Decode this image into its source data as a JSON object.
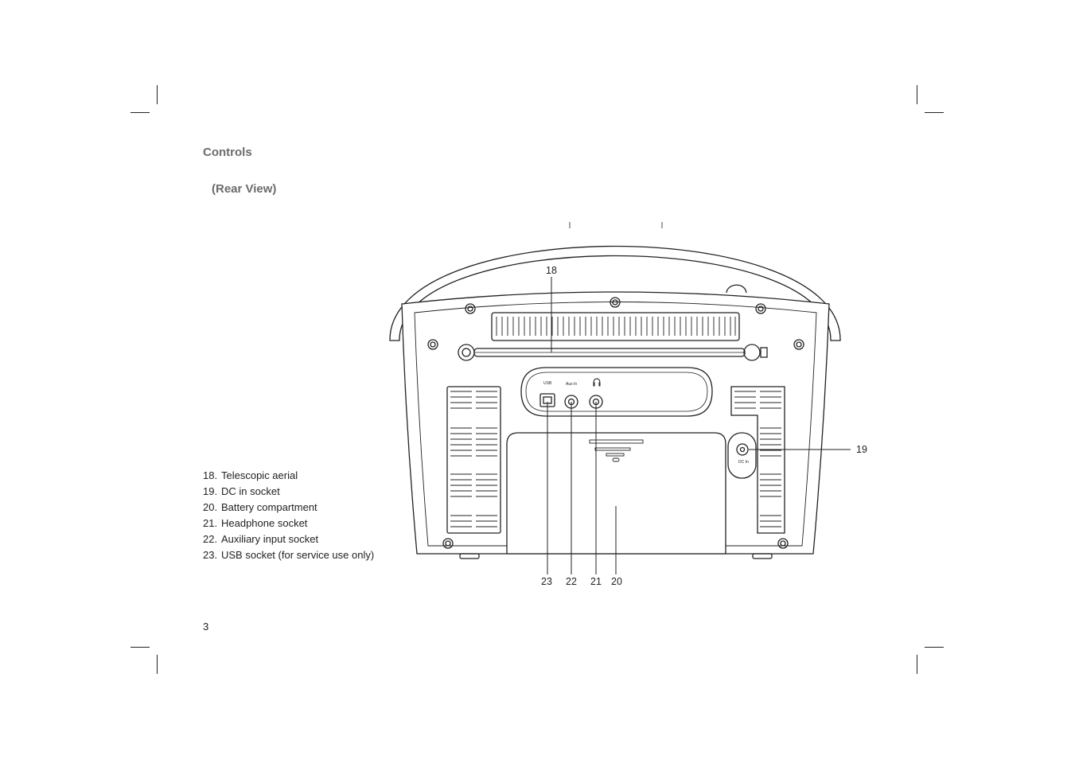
{
  "page": {
    "section_title": "Controls",
    "view_title": "(Rear View)",
    "page_number": "3"
  },
  "legend": [
    {
      "num": "18.",
      "label": "Telescopic aerial"
    },
    {
      "num": "19.",
      "label": "DC in socket"
    },
    {
      "num": "20.",
      "label": "Battery compartment"
    },
    {
      "num": "21.",
      "label": "Headphone socket"
    },
    {
      "num": "22.",
      "label": "Auxiliary input socket"
    },
    {
      "num": "23.",
      "label": "USB socket (for service use only)"
    }
  ],
  "diagram": {
    "callouts": {
      "c18": "18",
      "c19": "19",
      "c20": "20",
      "c21": "21",
      "c22": "22",
      "c23": "23"
    },
    "panel_labels": {
      "usb": "USB",
      "aux": "Aux In",
      "dc": "DC In"
    }
  }
}
